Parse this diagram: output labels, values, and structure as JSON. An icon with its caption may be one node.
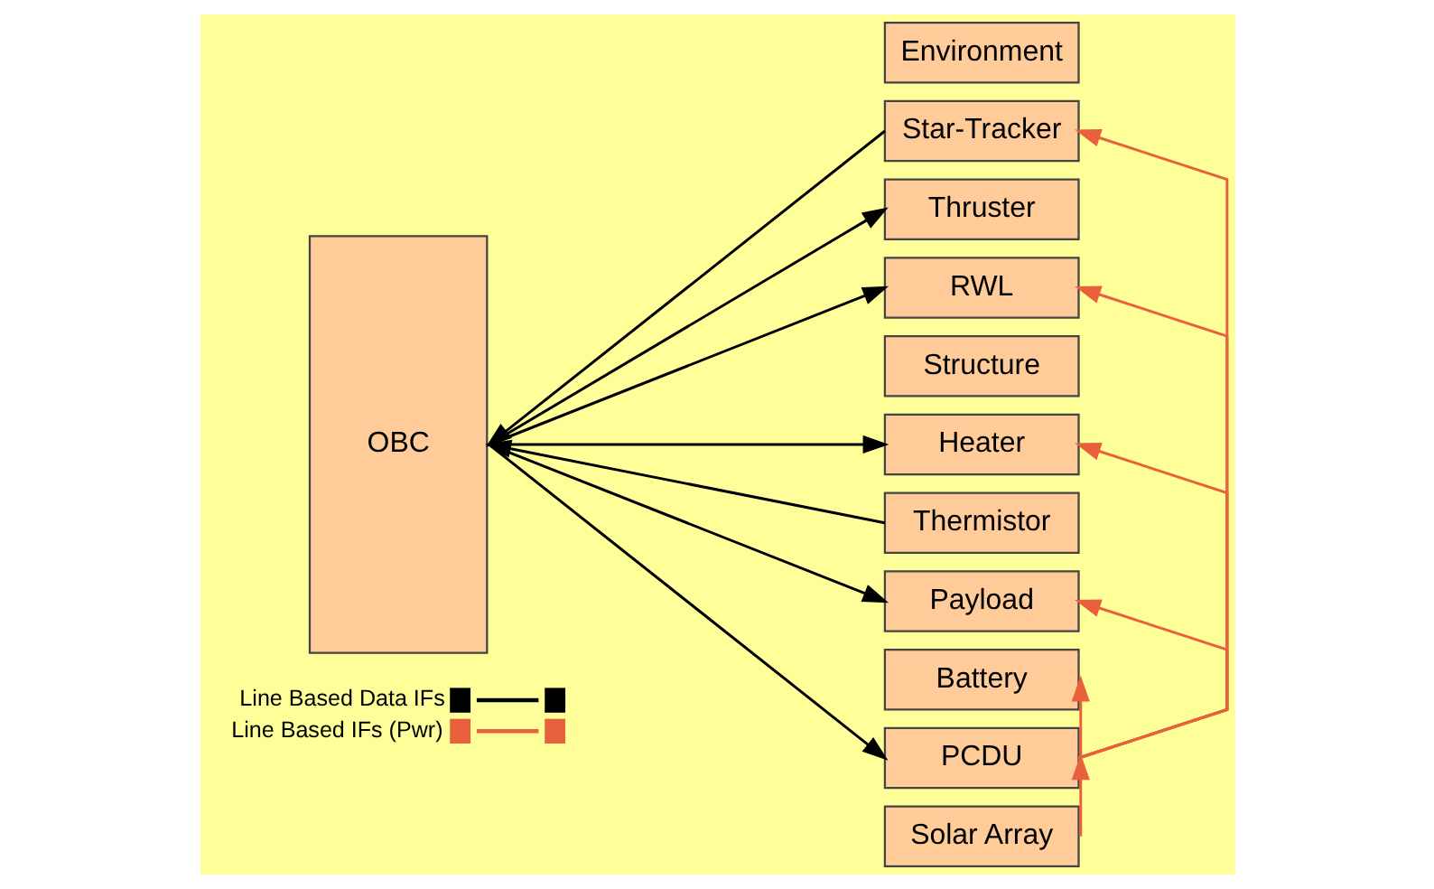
{
  "diagram": {
    "nodes": [
      {
        "text": [
          "OBC"
        ]
      },
      {
        "text": [
          "Environment"
        ]
      },
      {
        "text": [
          "Star-Tracker"
        ]
      },
      {
        "text": [
          "Thruster"
        ]
      },
      {
        "text": [
          "RWL"
        ]
      },
      {
        "text": [
          "Structure"
        ]
      },
      {
        "text": [
          "Heater"
        ]
      },
      {
        "text": [
          "Thermistor"
        ]
      },
      {
        "text": [
          "Payload"
        ]
      },
      {
        "text": [
          "Battery"
        ]
      },
      {
        "text": [
          "PCDU"
        ]
      },
      {
        "text": [
          "Solar Array"
        ]
      }
    ],
    "edges": [
      {
        "from": 2,
        "to": 0,
        "arrow": "to"
      },
      {
        "from": 0,
        "to": 3,
        "arrow": "to"
      },
      {
        "from": 0,
        "to": 4,
        "arrow": "to"
      },
      {
        "from": 0,
        "to": 6,
        "arrow": "to"
      },
      {
        "from": 7,
        "to": 0,
        "arrow": "to"
      },
      {
        "from": 0,
        "to": 8,
        "arrow": "to"
      },
      {
        "from": 0,
        "to": 10,
        "arrow": "to"
      },
      {
        "from": 10,
        "to": 2,
        "arrow": "to",
        "color": "#e8603c"
      },
      {
        "from": 10,
        "to": 4,
        "arrow": "to",
        "color": "#e8603c"
      },
      {
        "from": 10,
        "to": 6,
        "arrow": "to",
        "color": "#e8603c"
      },
      {
        "from": 10,
        "to": 8,
        "arrow": "to",
        "color": "#e8603c"
      },
      {
        "from": 10,
        "to": 9,
        "arrow": "to",
        "color": "#e8603c"
      },
      {
        "from": 11,
        "to": 10,
        "arrow": "to",
        "color": "#e8603c"
      }
    ],
    "legend": [
      {
        "text": "Line Based Data IFs"
      },
      {
        "text": "Line Based IFs (Pwr)"
      }
    ]
  }
}
